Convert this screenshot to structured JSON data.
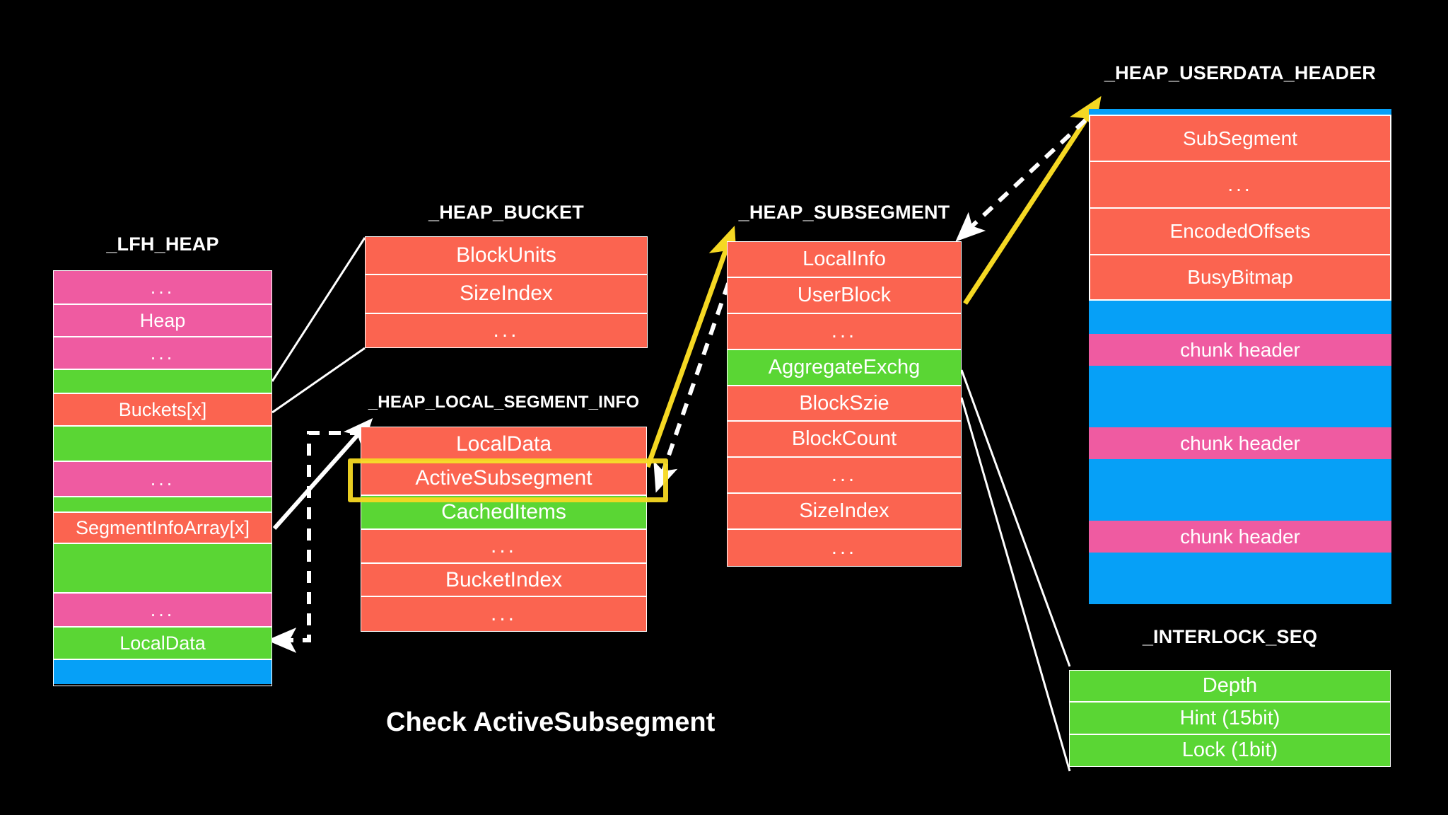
{
  "diagram": {
    "background_color": "#000000",
    "caption": "Check ActiveSubsegment",
    "palette": {
      "red": "#fb6450",
      "green": "#5ad634",
      "pink": "#ef5ba1",
      "blue": "#06a0f7",
      "highlight": "#f5d823",
      "line": "#ffffff",
      "text": "#ffffff"
    },
    "structs": {
      "lfh_heap": {
        "title": "_LFH_HEAP",
        "rows": [
          {
            "label": "...",
            "color": "pink"
          },
          {
            "label": "Heap",
            "color": "pink"
          },
          {
            "label": "...",
            "color": "pink"
          },
          {
            "label": "",
            "color": "green"
          },
          {
            "label": "Buckets[x]",
            "color": "red"
          },
          {
            "label": "",
            "color": "green"
          },
          {
            "label": "...",
            "color": "pink"
          },
          {
            "label": "",
            "color": "green"
          },
          {
            "label": "SegmentInfoArray[x]",
            "color": "red"
          },
          {
            "label": "",
            "color": "green"
          },
          {
            "label": "...",
            "color": "pink"
          },
          {
            "label": "LocalData",
            "color": "green"
          },
          {
            "label": "",
            "color": "blue"
          }
        ]
      },
      "heap_bucket": {
        "title": "_HEAP_BUCKET",
        "rows": [
          {
            "label": "BlockUnits",
            "color": "red"
          },
          {
            "label": "SizeIndex",
            "color": "red"
          },
          {
            "label": "...",
            "color": "red"
          }
        ]
      },
      "heap_local_segment_info": {
        "title": "_HEAP_LOCAL_SEGMENT_INFO",
        "rows": [
          {
            "label": "LocalData",
            "color": "red"
          },
          {
            "label": "ActiveSubsegment",
            "color": "red"
          },
          {
            "label": "CachedItems",
            "color": "green"
          },
          {
            "label": "...",
            "color": "red"
          },
          {
            "label": "BucketIndex",
            "color": "red"
          },
          {
            "label": "...",
            "color": "red"
          }
        ]
      },
      "heap_subsegment": {
        "title": "_HEAP_SUBSEGMENT",
        "rows": [
          {
            "label": "LocalInfo",
            "color": "red"
          },
          {
            "label": "UserBlock",
            "color": "red"
          },
          {
            "label": "...",
            "color": "red"
          },
          {
            "label": "AggregateExchg",
            "color": "green"
          },
          {
            "label": "BlockSzie",
            "color": "red"
          },
          {
            "label": "BlockCount",
            "color": "red"
          },
          {
            "label": "...",
            "color": "red"
          },
          {
            "label": "SizeIndex",
            "color": "red"
          },
          {
            "label": "...",
            "color": "red"
          }
        ]
      },
      "heap_userdata_header": {
        "title": "_HEAP_USERDATA_HEADER",
        "rows": [
          {
            "label": "",
            "color": "blue"
          },
          {
            "label": "SubSegment",
            "color": "red"
          },
          {
            "label": "...",
            "color": "red"
          },
          {
            "label": "EncodedOffsets",
            "color": "red"
          },
          {
            "label": "BusyBitmap",
            "color": "red"
          },
          {
            "label": "",
            "color": "blue"
          },
          {
            "label": "chunk header",
            "color": "pink"
          },
          {
            "label": "",
            "color": "blue"
          },
          {
            "label": "chunk header",
            "color": "pink"
          },
          {
            "label": "",
            "color": "blue"
          },
          {
            "label": "chunk header",
            "color": "pink"
          },
          {
            "label": "",
            "color": "blue"
          }
        ]
      },
      "interlock_seq": {
        "title": "_INTERLOCK_SEQ",
        "rows": [
          {
            "label": "Depth",
            "color": "green"
          },
          {
            "label": "Hint (15bit)",
            "color": "green"
          },
          {
            "label": "Lock (1bit)",
            "color": "green"
          }
        ]
      }
    },
    "highlights": [
      {
        "name": "active-subsegment-highlight",
        "target": "_HEAP_LOCAL_SEGMENT_INFO.ActiveSubsegment"
      }
    ],
    "connectors": [
      {
        "name": "buckets-to-heap-bucket",
        "style": "solid",
        "color": "#ffffff",
        "arrow": false
      },
      {
        "name": "segmentinfoarray-to-local-segment",
        "style": "solid",
        "color": "#ffffff",
        "arrow": true
      },
      {
        "name": "localdata-back-to-lfh-localdata",
        "style": "dashed",
        "color": "#ffffff",
        "arrow": true
      },
      {
        "name": "activesubsegment-to-subsegment",
        "style": "solid",
        "color": "#f5d823",
        "arrow": true
      },
      {
        "name": "subsegment-to-activesubsegment",
        "style": "dashed",
        "color": "#ffffff",
        "arrow": true
      },
      {
        "name": "userblock-to-userdata-header",
        "style": "solid",
        "color": "#f5d823",
        "arrow": true
      },
      {
        "name": "subsegment-back-from-userdata",
        "style": "dashed",
        "color": "#ffffff",
        "arrow": true
      },
      {
        "name": "aggregateexchg-to-interlock-seq",
        "style": "solid",
        "color": "#ffffff",
        "arrow": false
      }
    ]
  }
}
